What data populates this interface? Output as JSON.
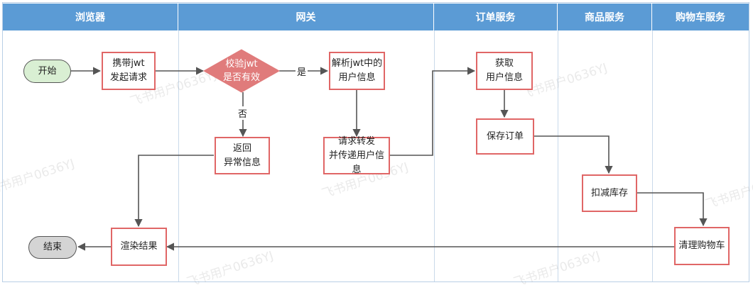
{
  "lanes": [
    "浏览器",
    "网关",
    "订单服务",
    "商品服务",
    "购物车服务"
  ],
  "nodes": {
    "start": "开始",
    "carry_jwt": "携带jwt\n发起请求",
    "verify_jwt": "校验jwt\n是否有效",
    "parse_jwt": "解析jwt中的\n用户信息",
    "return_error": "返回\n异常信息",
    "forward_request": "请求转发\n并传递用户信息",
    "get_user": "获取\n用户信息",
    "save_order": "保存订单",
    "deduct_stock": "扣减库存",
    "clear_cart": "清理购物车",
    "render_result": "渲染结果",
    "end": "结束"
  },
  "edge_labels": {
    "yes": "是",
    "no": "否"
  },
  "watermark": "飞书用户0636YJ",
  "colors": {
    "lane_header": "#5b9bd5",
    "node_border": "#e06666",
    "diamond_fill": "#e07b7b",
    "start_fill": "#d9efd3",
    "end_fill": "#d4d4d4",
    "edge": "#555555"
  }
}
